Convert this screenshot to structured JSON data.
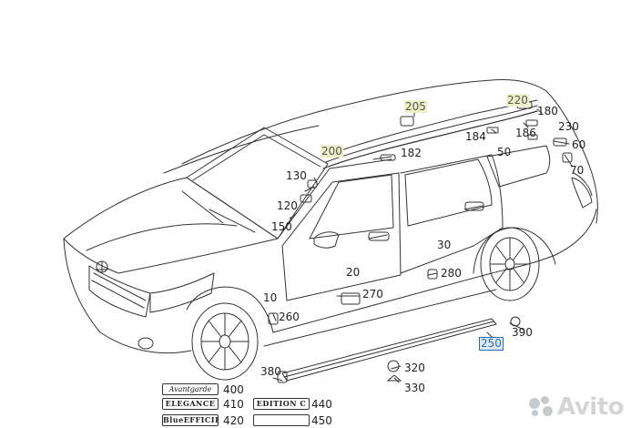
{
  "diagram": {
    "part_labels": [
      {
        "id": "205",
        "highlight": "yellow"
      },
      {
        "id": "220",
        "highlight": "yellow"
      },
      {
        "id": "180"
      },
      {
        "id": "230"
      },
      {
        "id": "184"
      },
      {
        "id": "186"
      },
      {
        "id": "60"
      },
      {
        "id": "70"
      },
      {
        "id": "200",
        "highlight": "yellow"
      },
      {
        "id": "182"
      },
      {
        "id": "50"
      },
      {
        "id": "130"
      },
      {
        "id": "120"
      },
      {
        "id": "150"
      },
      {
        "id": "30"
      },
      {
        "id": "280"
      },
      {
        "id": "20"
      },
      {
        "id": "270"
      },
      {
        "id": "10"
      },
      {
        "id": "260"
      },
      {
        "id": "390"
      },
      {
        "id": "250",
        "highlight": "blue-box"
      },
      {
        "id": "380"
      },
      {
        "id": "320"
      },
      {
        "id": "330"
      },
      {
        "id": "400"
      },
      {
        "id": "410"
      },
      {
        "id": "440"
      },
      {
        "id": "420"
      },
      {
        "id": "450"
      }
    ],
    "emblems": [
      {
        "name": "avantgarde-emblem",
        "text": "Avantgarde"
      },
      {
        "name": "elegance-emblem",
        "text": "ELEGANCE"
      },
      {
        "name": "edition-c-emblem",
        "text": "EDITION C"
      },
      {
        "name": "bluefficiency-emblem",
        "text": "BlueEFFICIENCY"
      },
      {
        "name": "script-emblem",
        "text": ""
      }
    ]
  },
  "watermark": {
    "text": "Avito",
    "icon": "avito-dots-icon"
  },
  "colors": {
    "line": "#333333",
    "yellow_highlight": "#eef0c8",
    "blue_highlight": "#dbe9f5",
    "blue_border": "#2a6fa8"
  }
}
